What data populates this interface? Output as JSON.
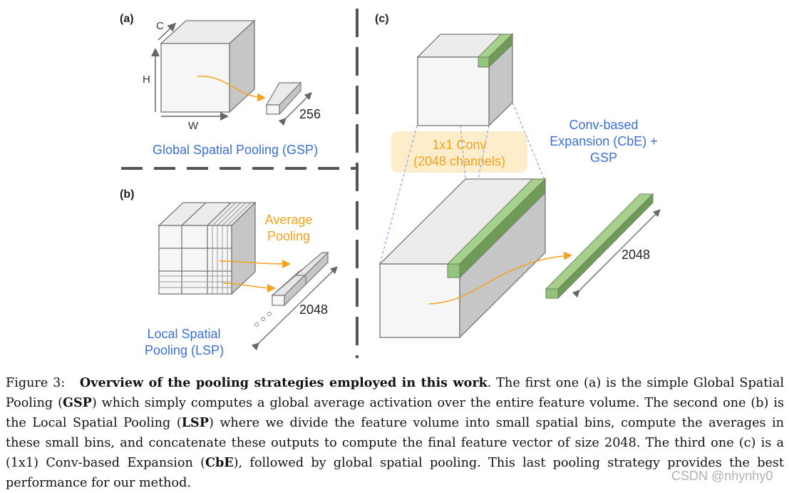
{
  "figure": {
    "panel_a": {
      "tag": "(a)",
      "axis_c": "C",
      "axis_h": "H",
      "axis_w": "W",
      "output_dim": "256",
      "title": "Global Spatial Pooling (GSP)"
    },
    "panel_b": {
      "tag": "(b)",
      "op_line1": "Average",
      "op_line2": "Pooling",
      "output_dim": "2048",
      "title_line1": "Local Spatial",
      "title_line2": "Pooling (LSP)"
    },
    "panel_c": {
      "tag": "(c)",
      "conv_line1": "1x1 Conv",
      "conv_line2": "(2048 channels)",
      "title_line1": "Conv-based",
      "title_line2": "Expansion (CbE) +",
      "title_line3": "GSP",
      "output_dim": "2048"
    },
    "colors": {
      "blue_text": "#3b6fd4",
      "orange": "#f5a11d",
      "green_light": "#a8d08d",
      "green_dark": "#6f9a58",
      "cube_front": "#f6f6f6",
      "cube_side": "#c6c6c6",
      "divider": "#555555"
    }
  },
  "caption": {
    "label": "Figure 3:",
    "bold_title": "Overview of the pooling strategies employed in this work",
    "t1": ". The first one (a) is the simple Global Spatial Pooling (",
    "b1": "GSP",
    "t2": ") which simply computes a global average activation over the entire feature volume. The second one (b) is the Local Spatial Pooling (",
    "b2": "LSP",
    "t3": ") where we divide the feature volume into small spatial bins, compute the averages in these small bins, and concatenate these outputs to compute the final feature vector of size 2048. The third one (c) is a (1x1) Conv-based Expansion (",
    "b3": "CbE",
    "t4": "), followed by global spatial pooling. This last pooling strategy provides the best performance for our method."
  },
  "watermark": "CSDN @nhynhy0"
}
